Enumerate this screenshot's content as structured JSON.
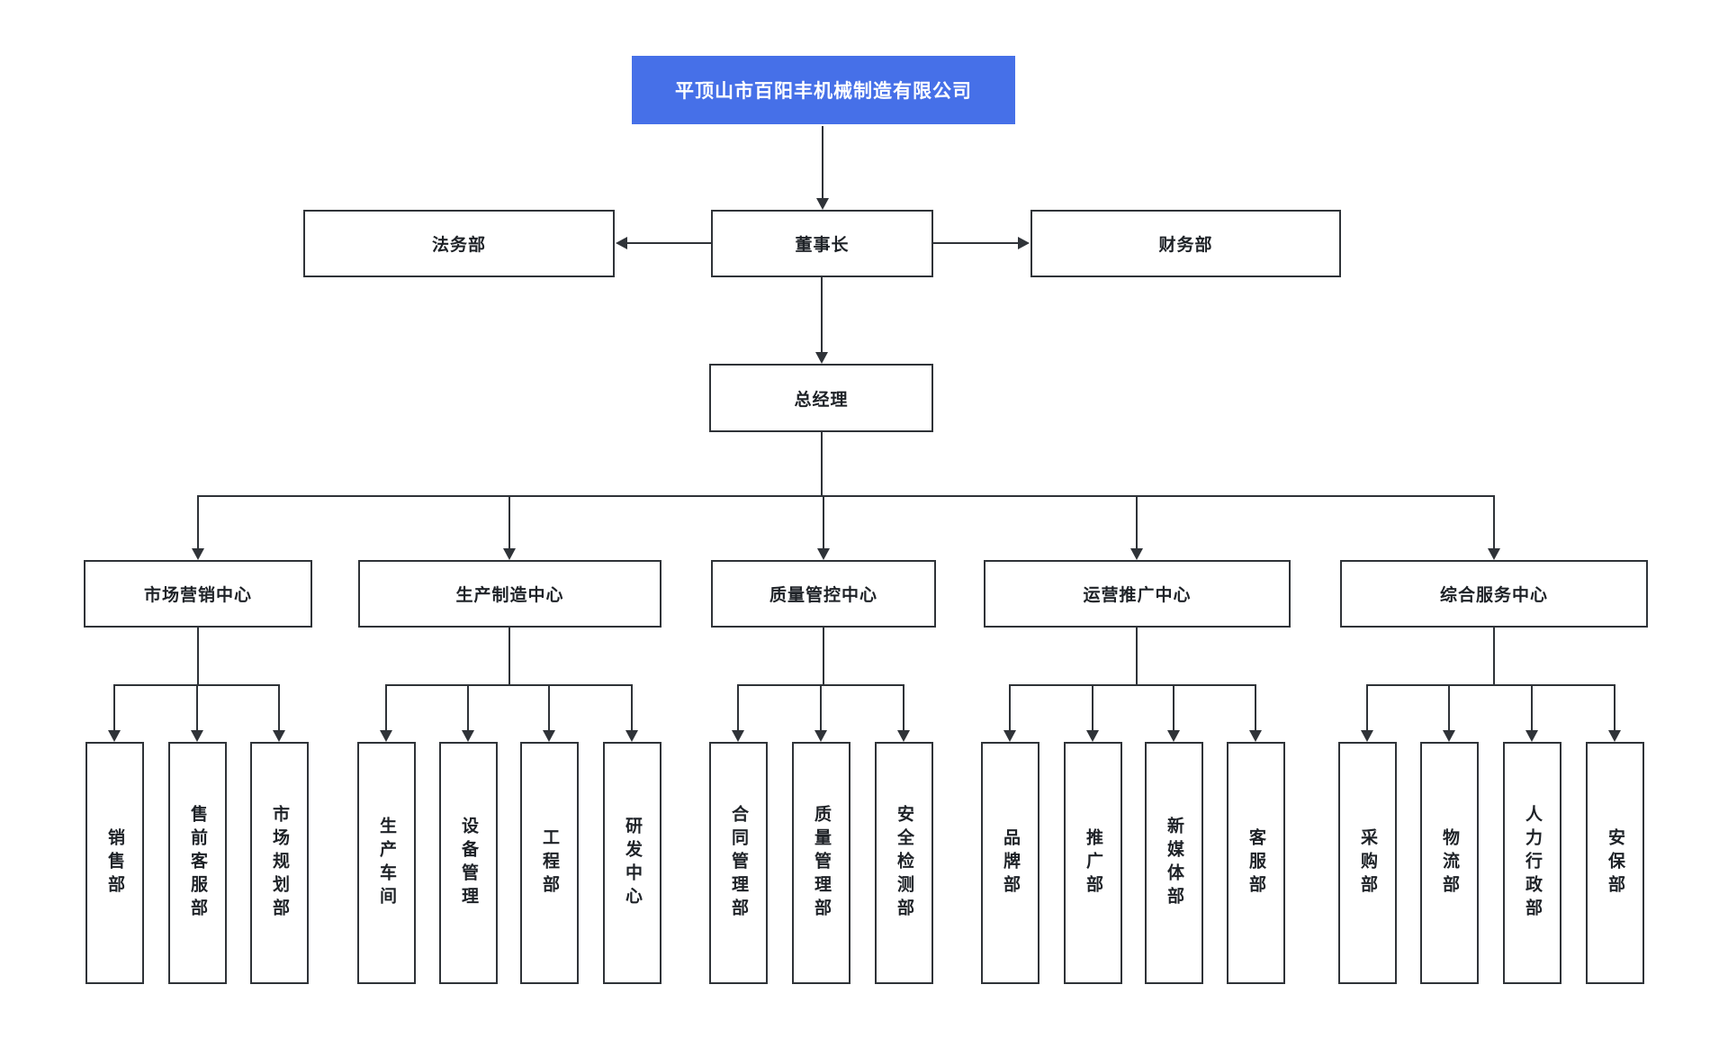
{
  "palette": {
    "accent_blue": "#4670e8",
    "line_dark": "#2f3338",
    "text_dark": "#1e2227",
    "box_background": "#ffffff"
  },
  "org": {
    "company": "平顶山市百阳丰机械制造有限公司",
    "legal": "法务部",
    "chairman": "董事长",
    "finance": "财务部",
    "general_manager": "总经理",
    "centers": [
      {
        "label": "市场营销中心",
        "departments": [
          "销售部",
          "售前客服部",
          "市场规划部"
        ]
      },
      {
        "label": "生产制造中心",
        "departments": [
          "生产车间",
          "设备管理",
          "工程部",
          "研发中心"
        ]
      },
      {
        "label": "质量管控中心",
        "departments": [
          "合同管理部",
          "质量管理部",
          "安全检测部"
        ]
      },
      {
        "label": "运营推广中心",
        "departments": [
          "品牌部",
          "推广部",
          "新媒体部",
          "客服部"
        ]
      },
      {
        "label": "综合服务中心",
        "departments": [
          "采购部",
          "物流部",
          "人力行政部",
          "安保部"
        ]
      }
    ]
  }
}
